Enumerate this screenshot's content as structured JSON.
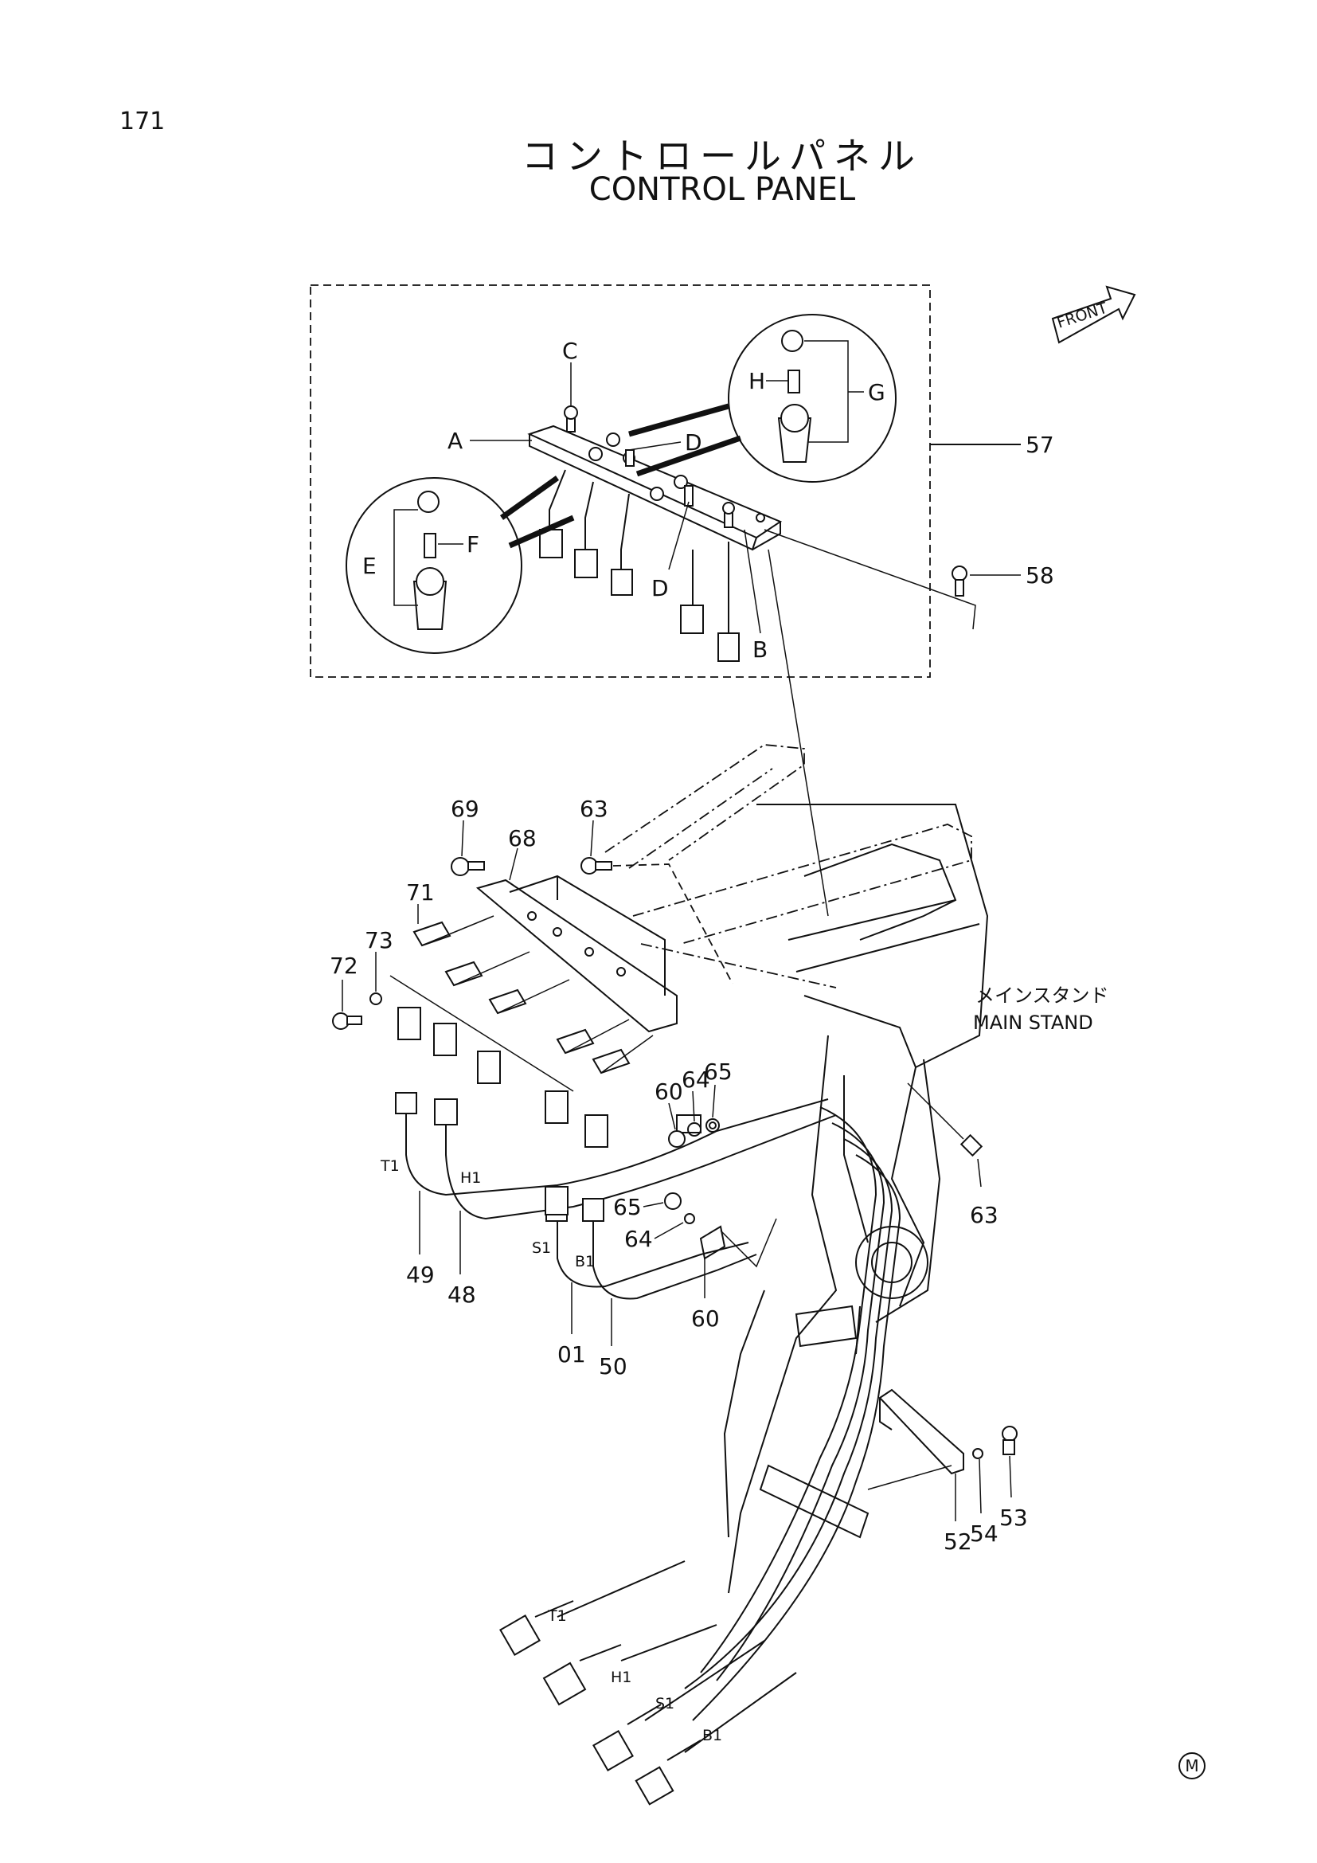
{
  "page_number": "171",
  "title_ja": "コントロールパネル",
  "title_en": "CONTROL PANEL",
  "front_label": "FRONT",
  "main_stand_ja": "メインスタンド",
  "main_stand_en": "MAIN STAND",
  "corner_mark": "M",
  "letter_labels": {
    "A": "A",
    "B": "B",
    "C": "C",
    "D1": "D",
    "D2": "D",
    "E": "E",
    "F": "F",
    "G": "G",
    "H": "H"
  },
  "part_numbers": {
    "p57": "57",
    "p58": "58",
    "p69": "69",
    "p68": "68",
    "p63a": "63",
    "p63b": "63",
    "p71": "71",
    "p72": "72",
    "p73": "73",
    "p60a": "60",
    "p64a": "64",
    "p65a": "65",
    "p65b": "65",
    "p64b": "64",
    "p60b": "60",
    "p49": "49",
    "p48": "48",
    "p01": "01",
    "p50": "50",
    "p52": "52",
    "p54": "54",
    "p53": "53"
  },
  "wire_tags": {
    "t1_top": "T1",
    "h1_top": "H1",
    "s1_top": "S1",
    "b1_top": "B1",
    "t1_bot": "T1",
    "h1_bot": "H1",
    "s1_bot": "S1",
    "b1_bot": "B1"
  },
  "icons": [
    "front-arrow-icon",
    "circled-m-icon"
  ]
}
